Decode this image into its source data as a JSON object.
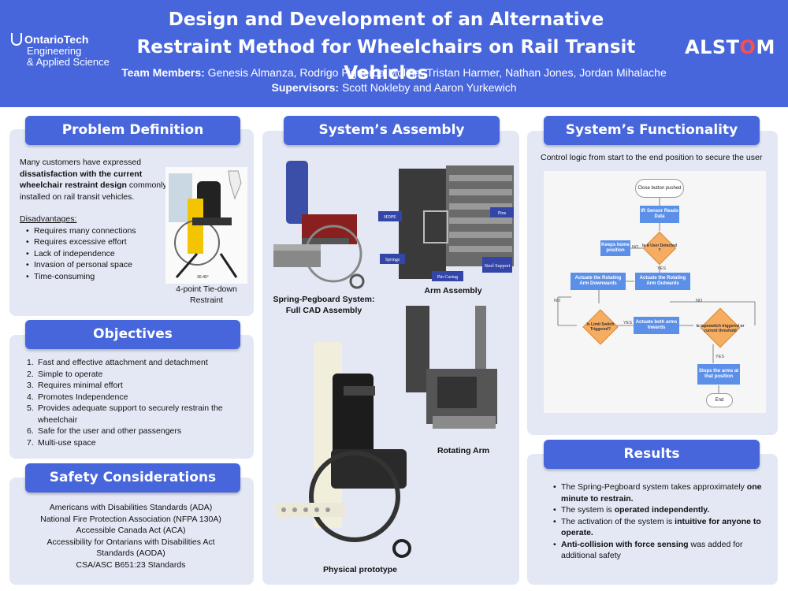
{
  "header": {
    "title_line1": "Design and Development of an Alternative",
    "title_line2": "Restraint Method for Wheelchairs on Rail Transit Vehicles",
    "team_label": "Team Members:",
    "team_names": " Genesis Almanza, Rodrigo Figueroa Molina, Tristan Harmer, Nathan Jones, Jordan Mihalache",
    "supervisors_label": "Supervisors:",
    "supervisors_names": " Scott Nokleby and Aaron Yurkewich",
    "logo_left_line1": "OntarioTech",
    "logo_left_line2": "Engineering",
    "logo_left_line3": "& Applied Science",
    "logo_right_pre": "ALST",
    "logo_right_o": "O",
    "logo_right_post": "M"
  },
  "problem": {
    "title": "Problem Definition",
    "intro_pre": "Many customers have expressed ",
    "intro_bold": "dissatisfaction with the current wheelchair restraint design",
    "intro_post": " commonly installed on rail transit vehicles.",
    "disadvantages_label": "Disadvantages:",
    "disadvantages": [
      "Requires many connections",
      "Requires excessive effort",
      "Lack of independence",
      "Invasion of personal space",
      "Time-consuming"
    ],
    "image_caption": "4-point Tie-down Restraint",
    "image_angle": "30-45°"
  },
  "objectives": {
    "title": "Objectives",
    "items": [
      {
        "n": "1.",
        "text": "Fast and effective attachment and detachment"
      },
      {
        "n": "2.",
        "text": "Simple to operate"
      },
      {
        "n": "3.",
        "text": "Requires minimal effort"
      },
      {
        "n": "4.",
        "text": "Promotes Independence"
      },
      {
        "n": "5.",
        "text": "Provides adequate support to securely restrain the wheelchair"
      },
      {
        "n": "6.",
        "text": "Safe for the user and other passengers"
      },
      {
        "n": "7.",
        "text": "Multi-use space"
      }
    ]
  },
  "safety": {
    "title": "Safety Considerations",
    "items": [
      "Americans with Disabilities Standards (ADA)",
      "National Fire Protection Association (NFPA 130A)",
      "Accessible Canada Act (ACA)",
      "Accessibility for Ontarians with Disabilities Act Standards (AODA)",
      "CSA/ASC B651:23 Standards"
    ]
  },
  "assembly": {
    "title": "System’s Assembly",
    "caption_full": "Spring-Pegboard System: Full CAD Assembly",
    "caption_arm": "Arm Assembly",
    "caption_rotating": "Rotating Arm",
    "caption_prototype": "Physical prototype",
    "labels": {
      "hdpe": "HDPE",
      "pins": "Pins",
      "springs": "Springs",
      "pin_casing": "Pin Casing",
      "steel_support": "Steel Support"
    }
  },
  "functionality": {
    "title": "System’s Functionality",
    "subtitle": "Control logic from start to the end position to secure the user",
    "flow": {
      "start": "Close button pushed",
      "reads": "IR Sensor Reads Data",
      "detected": "Is A User Detected ?",
      "keeps": "Keeps home position",
      "down": "Actuate the Rotating Arm Downwards",
      "out": "Actuate the Rotating Arm Outwards",
      "limit": "Is Limit Switch Triggered?",
      "inward": "Actuate both arms Inwards",
      "tape": "Is tapeswitch triggered or current threshold",
      "stops": "Stops the arms at that position",
      "end": "End",
      "no": "NO",
      "yes": "YES"
    }
  },
  "results": {
    "title": "Results",
    "items": [
      {
        "pre": "The Spring-Pegboard system takes approximately ",
        "bold": "one minute to restrain.",
        "post": ""
      },
      {
        "pre": "The system is ",
        "bold": "operated independently.",
        "post": ""
      },
      {
        "pre": "The activation of the system is ",
        "bold": "intuitive for anyone to operate.",
        "post": ""
      },
      {
        "pre": "",
        "bold": "Anti-collision with force sensing",
        "post": " was added for additional safety"
      }
    ]
  },
  "colors": {
    "header": "#4766dc",
    "panel": "#e4e8f4",
    "flow_box": "#5b8fe8",
    "flow_diamond": "#f6ad62",
    "logo_accent": "#ff4c4c"
  }
}
